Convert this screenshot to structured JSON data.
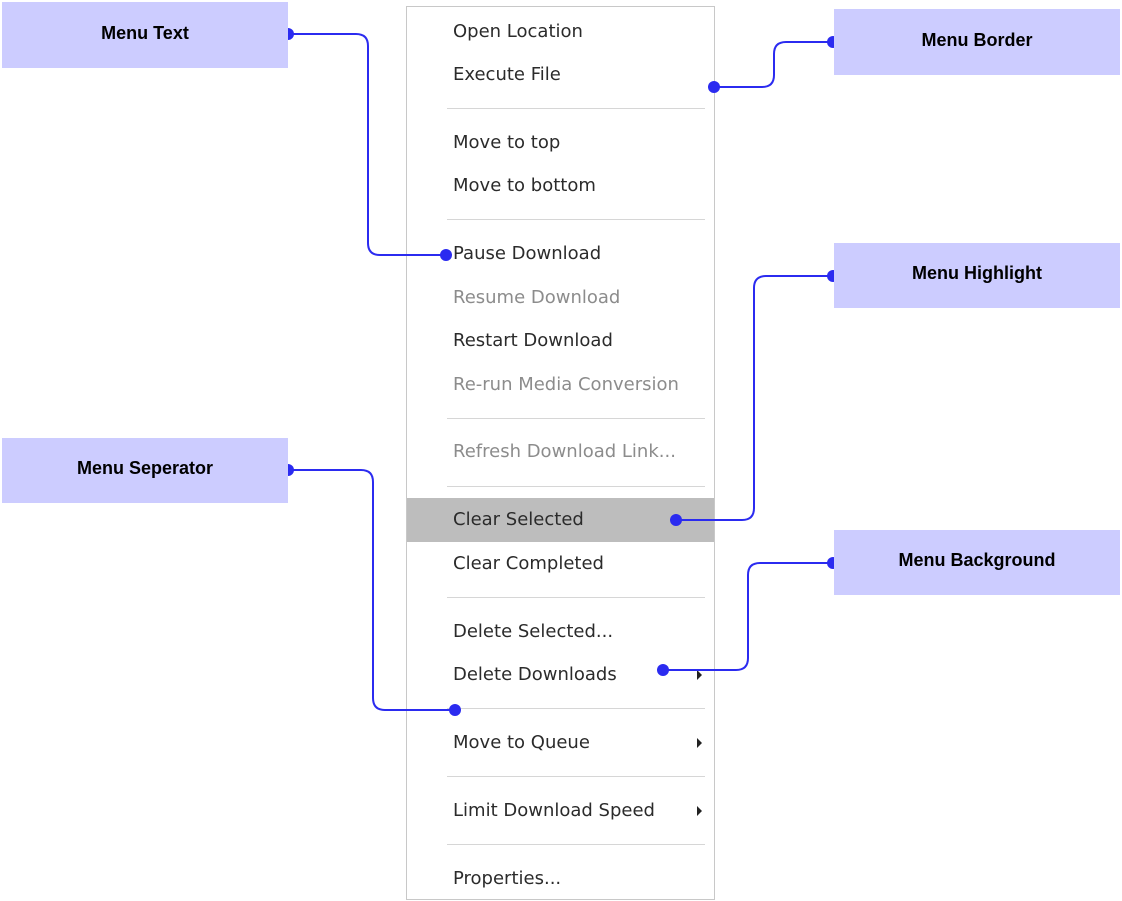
{
  "menu": {
    "items": [
      {
        "label": "Open Location",
        "state": "normal",
        "submenu": false
      },
      {
        "label": "Execute File",
        "state": "normal",
        "submenu": false
      },
      {
        "label": "Move to top",
        "state": "normal",
        "submenu": false
      },
      {
        "label": "Move to bottom",
        "state": "normal",
        "submenu": false
      },
      {
        "label": "Pause Download",
        "state": "normal",
        "submenu": false
      },
      {
        "label": "Resume Download",
        "state": "disabled",
        "submenu": false
      },
      {
        "label": "Restart Download",
        "state": "normal",
        "submenu": false
      },
      {
        "label": "Re-run Media Conversion",
        "state": "disabled",
        "submenu": false
      },
      {
        "label": "Refresh Download Link...",
        "state": "disabled",
        "submenu": false
      },
      {
        "label": "Clear Selected",
        "state": "highlighted",
        "submenu": false
      },
      {
        "label": "Clear Completed",
        "state": "normal",
        "submenu": false
      },
      {
        "label": "Delete Selected...",
        "state": "normal",
        "submenu": false
      },
      {
        "label": "Delete Downloads",
        "state": "normal",
        "submenu": true
      },
      {
        "label": "Move to Queue",
        "state": "normal",
        "submenu": true
      },
      {
        "label": "Limit Download Speed",
        "state": "normal",
        "submenu": true
      },
      {
        "label": "Properties...",
        "state": "normal",
        "submenu": false
      }
    ]
  },
  "callouts": {
    "menu_text": "Menu Text",
    "menu_border": "Menu Border",
    "menu_highlight": "Menu Highlight",
    "menu_separator": "Menu Seperator",
    "menu_background": "Menu Background"
  },
  "colors": {
    "callout_fill": "#ccccff",
    "leader_line": "#2b2bf0",
    "highlight": "#bdbdbd",
    "disabled_text": "#8c8c8c"
  }
}
